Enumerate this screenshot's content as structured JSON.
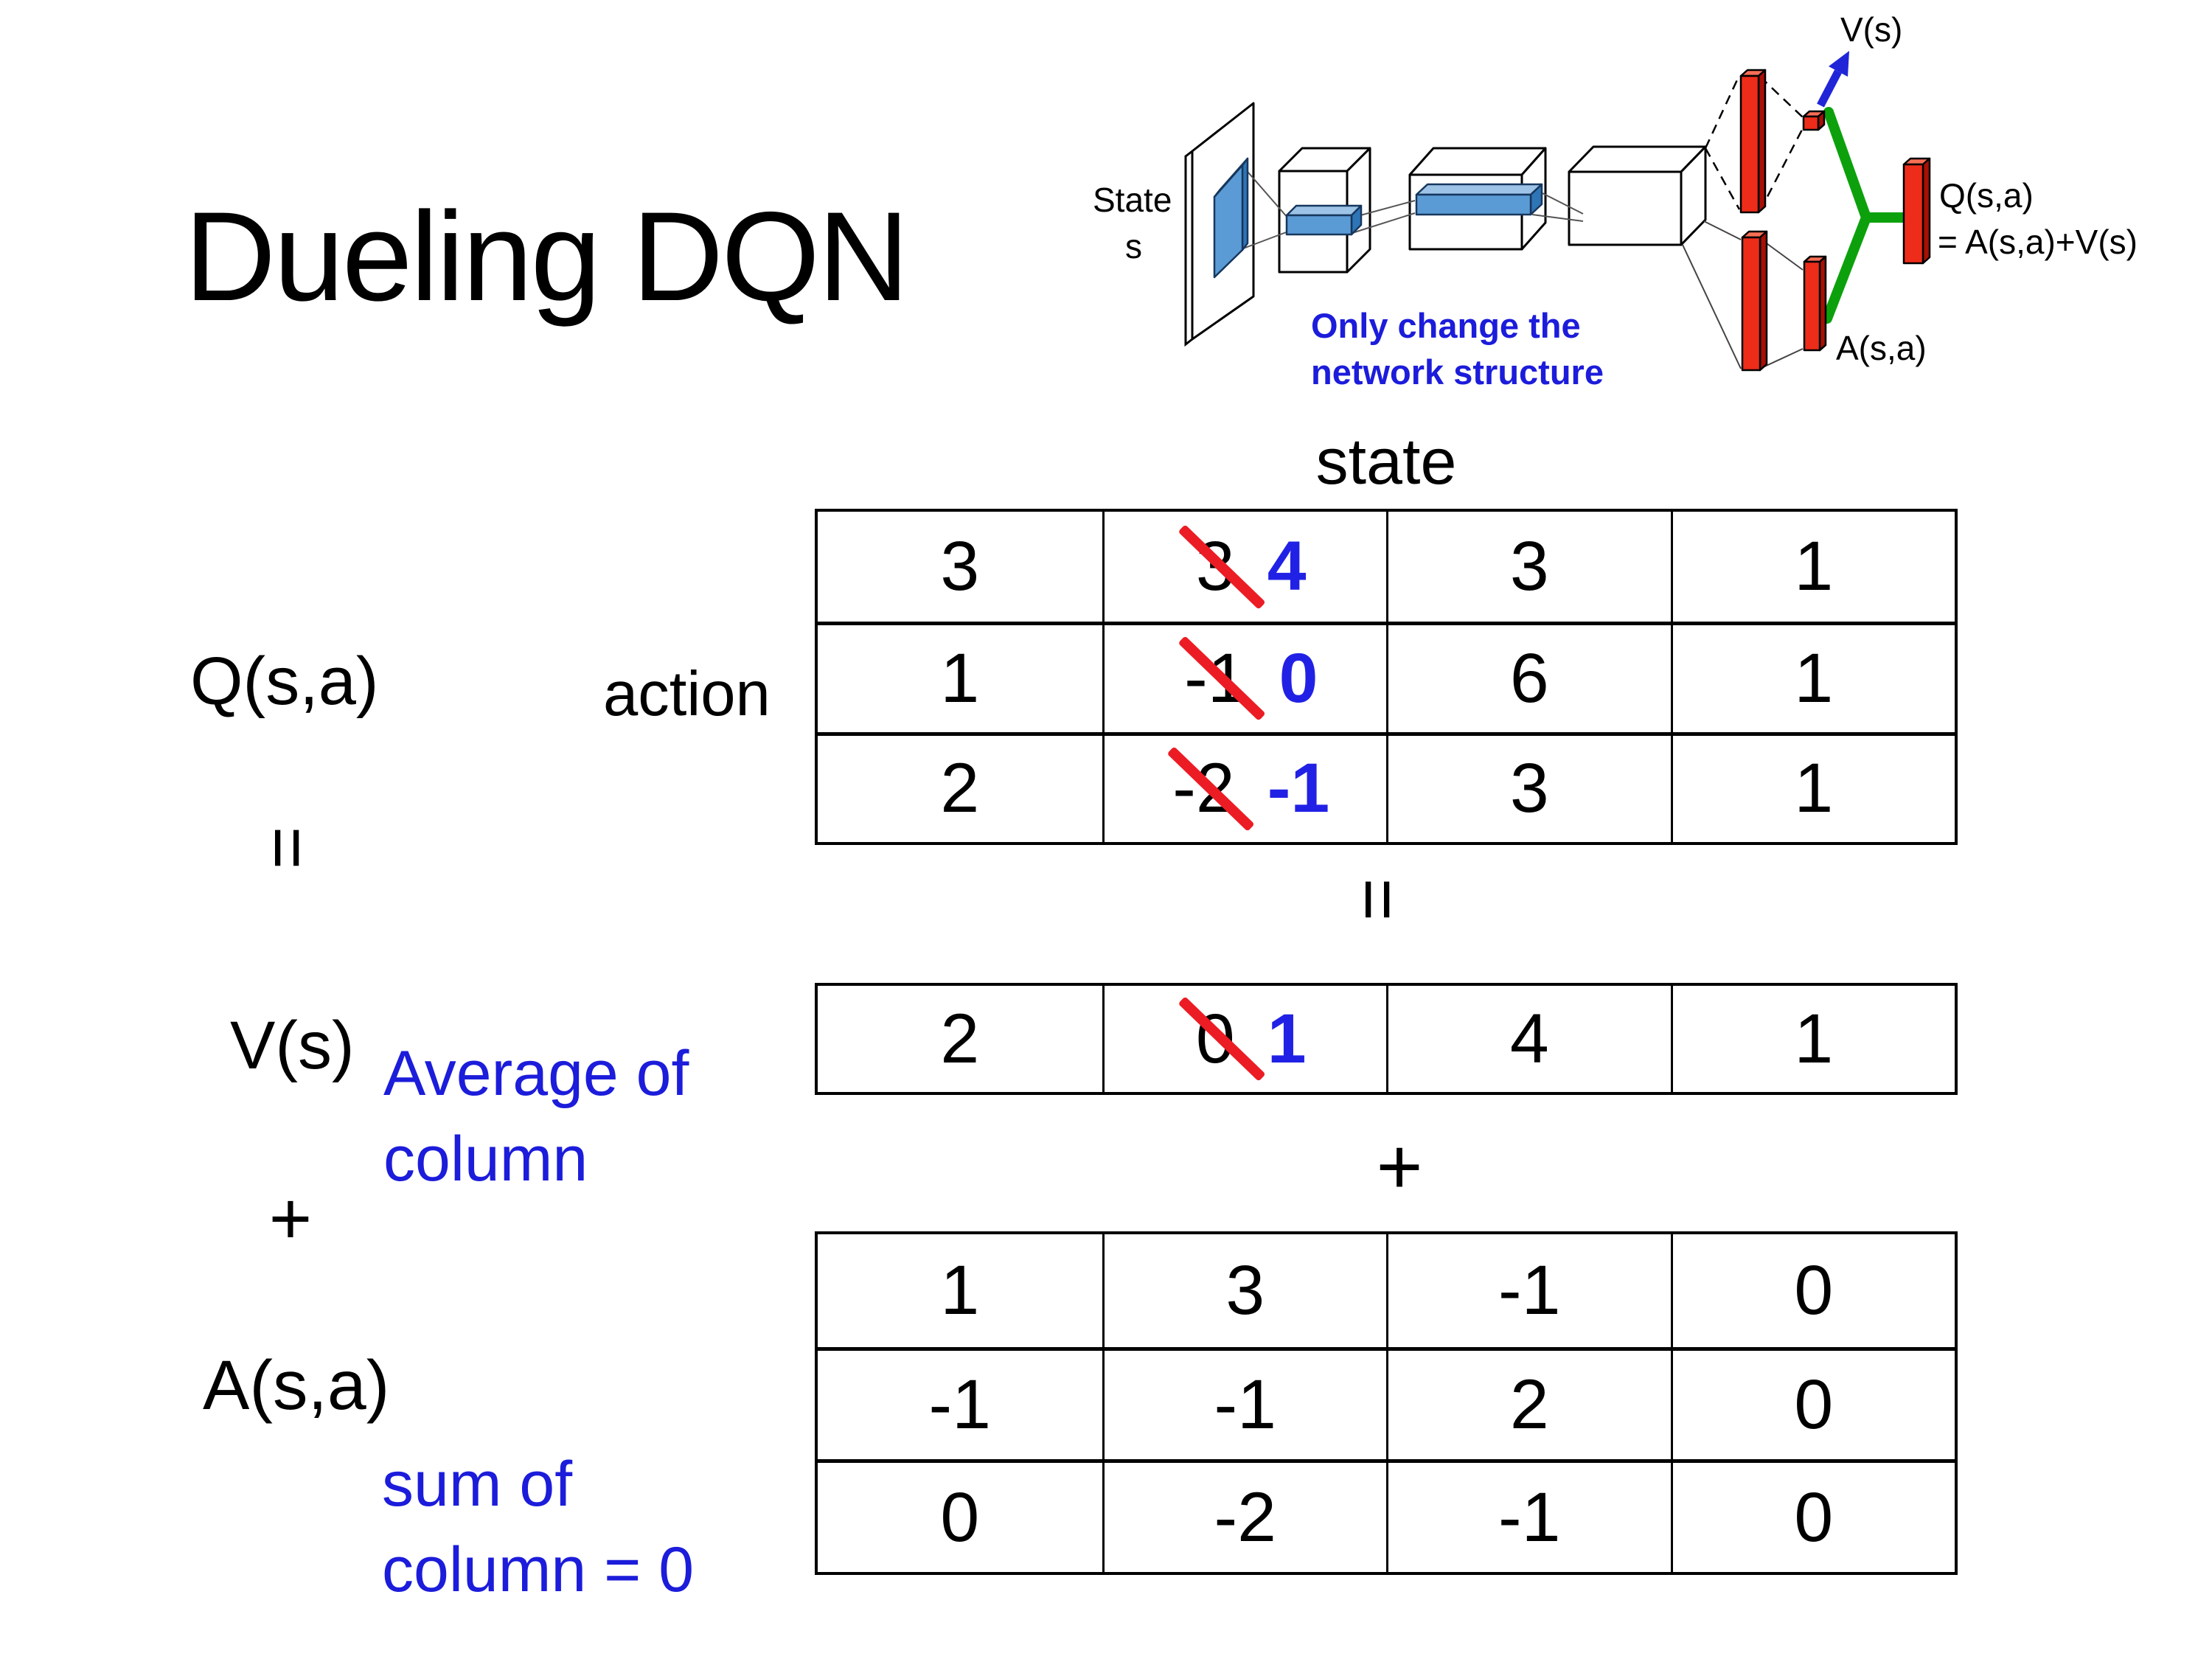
{
  "title": "Dueling DQN",
  "diagram": {
    "vs_label": "V(s)",
    "state_line1": "State",
    "state_line2": "s",
    "note_line1": "Only change the",
    "note_line2": "network structure",
    "q_out_label": "Q(s,a)",
    "q_out_formula": "= A(s,a)+V(s)",
    "a_out_label": "A(s,a)"
  },
  "labels": {
    "q": "Q(s,a)",
    "action": "action",
    "state": "state",
    "eq_left": "=",
    "eq_mid": "=",
    "plus_left": "+",
    "plus_mid": "+",
    "v": "V(s)",
    "avg_note": "Average of\ncolumn",
    "a": "A(s,a)",
    "sum_note": "sum of\ncolumn = 0"
  },
  "q_table": [
    [
      {
        "v": "3"
      },
      {
        "old": "3",
        "new": "4"
      },
      {
        "v": "3"
      },
      {
        "v": "1"
      }
    ],
    [
      {
        "v": "1"
      },
      {
        "old": "-1",
        "new": "0"
      },
      {
        "v": "6"
      },
      {
        "v": "1"
      }
    ],
    [
      {
        "v": "2"
      },
      {
        "old": "-2",
        "new": "-1"
      },
      {
        "v": "3"
      },
      {
        "v": "1"
      }
    ]
  ],
  "v_row": [
    {
      "v": "2"
    },
    {
      "old": "0",
      "new": "1"
    },
    {
      "v": "4"
    },
    {
      "v": "1"
    }
  ],
  "a_table": [
    [
      {
        "v": "1"
      },
      {
        "v": "3"
      },
      {
        "v": "-1"
      },
      {
        "v": "0"
      }
    ],
    [
      {
        "v": "-1"
      },
      {
        "v": "-1"
      },
      {
        "v": "2"
      },
      {
        "v": "0"
      }
    ],
    [
      {
        "v": "0"
      },
      {
        "v": "-2"
      },
      {
        "v": "-1"
      },
      {
        "v": "0"
      }
    ]
  ],
  "colors": {
    "blue_text": "#1c1cdb",
    "blue_digit": "#2121e6",
    "strike_red": "#ec1c24",
    "bar_red": "#ee2c1a",
    "bar_red_dark": "#a81005",
    "bar_red_light": "#f86e55",
    "box_blue": "#5b9bd5",
    "box_blue_light": "#9dc3e6",
    "box_blue_dark": "#2e75b6",
    "green": "#0ca10c",
    "arrow_blue": "#2026d8"
  }
}
